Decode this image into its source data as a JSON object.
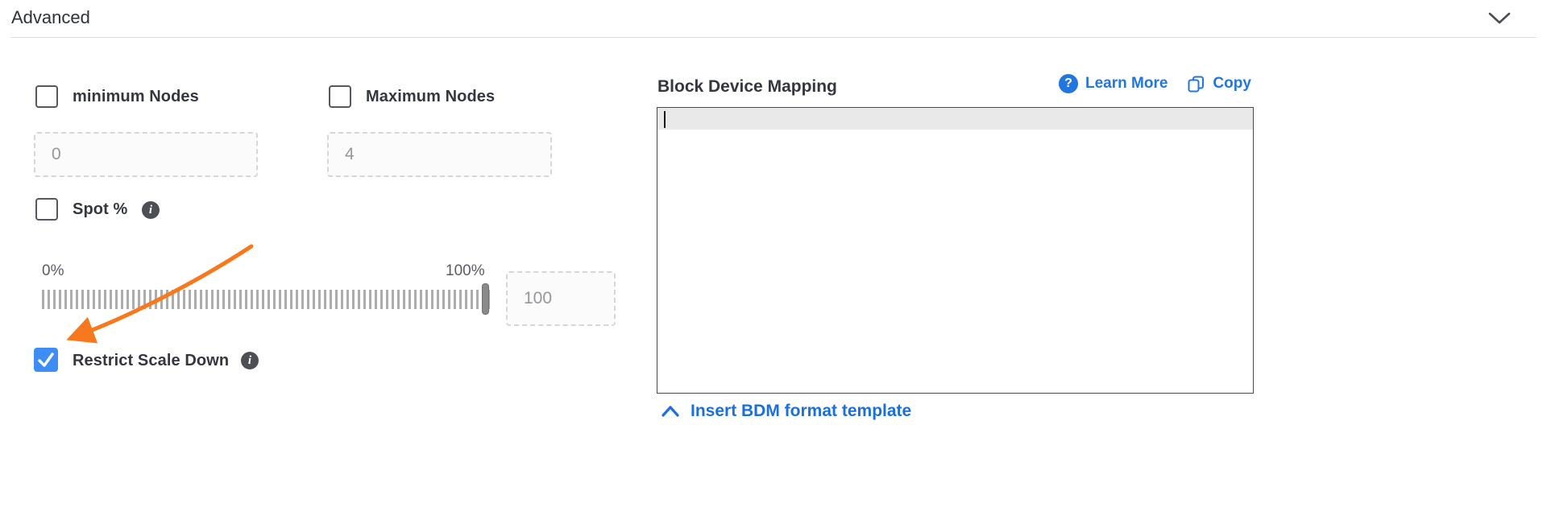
{
  "header": {
    "title": "Advanced"
  },
  "left": {
    "min_nodes": {
      "label": "minimum Nodes",
      "value": "0",
      "checked": false
    },
    "max_nodes": {
      "label": "Maximum Nodes",
      "value": "4",
      "checked": false
    },
    "spot": {
      "label": "Spot %",
      "checked": false
    },
    "slider": {
      "min_label": "0%",
      "max_label": "100%",
      "value": "100"
    },
    "restrict_scale_down": {
      "label": "Restrict Scale Down",
      "checked": true
    }
  },
  "bdm": {
    "title": "Block Device Mapping",
    "learn_more_label": "Learn More",
    "copy_label": "Copy",
    "editor_content": "",
    "insert_template_label": "Insert BDM format template"
  },
  "colors": {
    "accent_blue": "#2176e0",
    "checkbox_checked_blue": "#3d8df5",
    "link_blue": "#1b6fdd",
    "arrow_orange": "#f8791d",
    "info_gray": "#4c4f55"
  }
}
